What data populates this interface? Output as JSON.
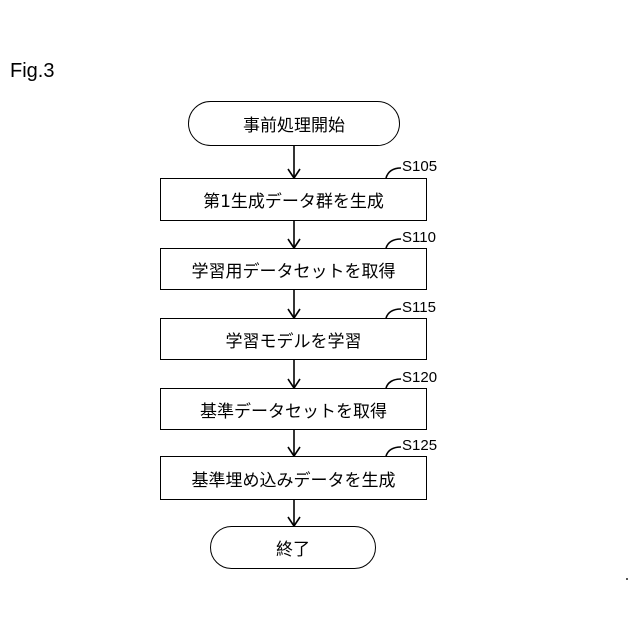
{
  "figure_label": "Fig.3",
  "start": "事前処理開始",
  "end": "終了",
  "steps": [
    {
      "id": "S105",
      "label": "第1生成データ群を生成"
    },
    {
      "id": "S110",
      "label": "学習用データセットを取得"
    },
    {
      "id": "S115",
      "label": "学習モデルを学習"
    },
    {
      "id": "S120",
      "label": "基準データセットを取得"
    },
    {
      "id": "S125",
      "label": "基準埋め込みデータを生成"
    }
  ]
}
